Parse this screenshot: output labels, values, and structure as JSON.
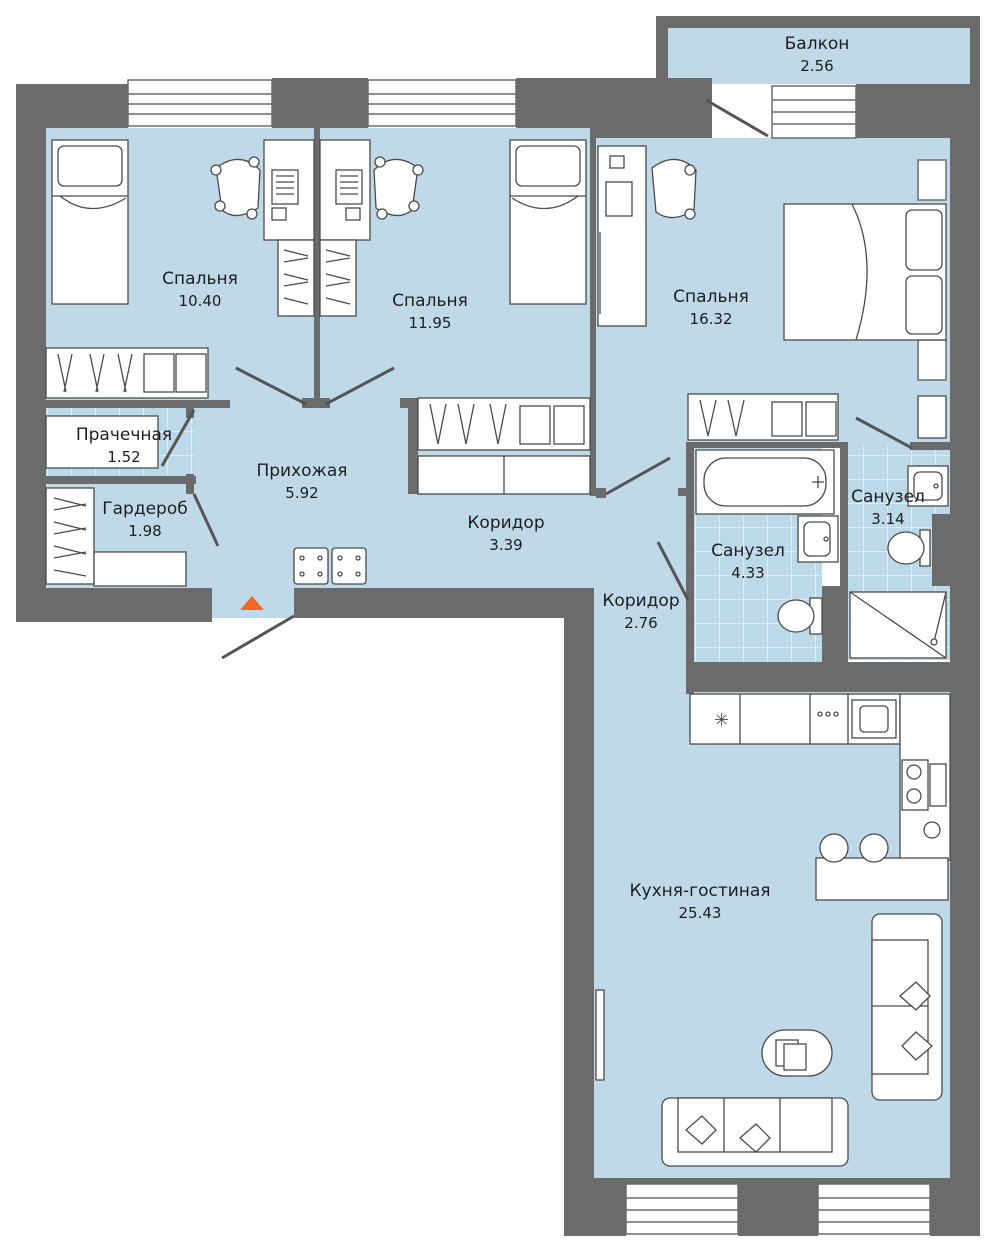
{
  "colors": {
    "wall": "#6b6b6b",
    "floor": "#bfd9e8",
    "wet_floor": "#bcd9ea",
    "tile_line": "#ffffff",
    "furniture": "#ffffff",
    "furniture_stroke": "#4a4a4a",
    "entrance_marker": "#f26522"
  },
  "rooms": [
    {
      "id": "balcony",
      "name": "Балкон",
      "area": "2.56"
    },
    {
      "id": "bedroom1",
      "name": "Спальня",
      "area": "10.40"
    },
    {
      "id": "bedroom2",
      "name": "Спальня",
      "area": "11.95"
    },
    {
      "id": "bedroom3",
      "name": "Спальня",
      "area": "16.32"
    },
    {
      "id": "laundry",
      "name": "Прачечная",
      "area": "1.52"
    },
    {
      "id": "hall",
      "name": "Прихожая",
      "area": "5.92"
    },
    {
      "id": "wardrobe",
      "name": "Гардероб",
      "area": "1.98"
    },
    {
      "id": "corridor1",
      "name": "Коридор",
      "area": "3.39"
    },
    {
      "id": "bath1",
      "name": "Санузел",
      "area": "4.33"
    },
    {
      "id": "bath2",
      "name": "Санузел",
      "area": "3.14"
    },
    {
      "id": "corridor2",
      "name": "Коридор",
      "area": "2.76"
    },
    {
      "id": "kitchen",
      "name": "Кухня-гостиная",
      "area": "25.43"
    }
  ],
  "icons": [
    "entrance-arrow-icon",
    "bed-icon",
    "desk-icon",
    "chair-icon",
    "wardrobe-icon",
    "bathtub-icon",
    "sink-icon",
    "toilet-icon",
    "shower-icon",
    "stove-icon",
    "sofa-icon",
    "door-swing-icon"
  ]
}
